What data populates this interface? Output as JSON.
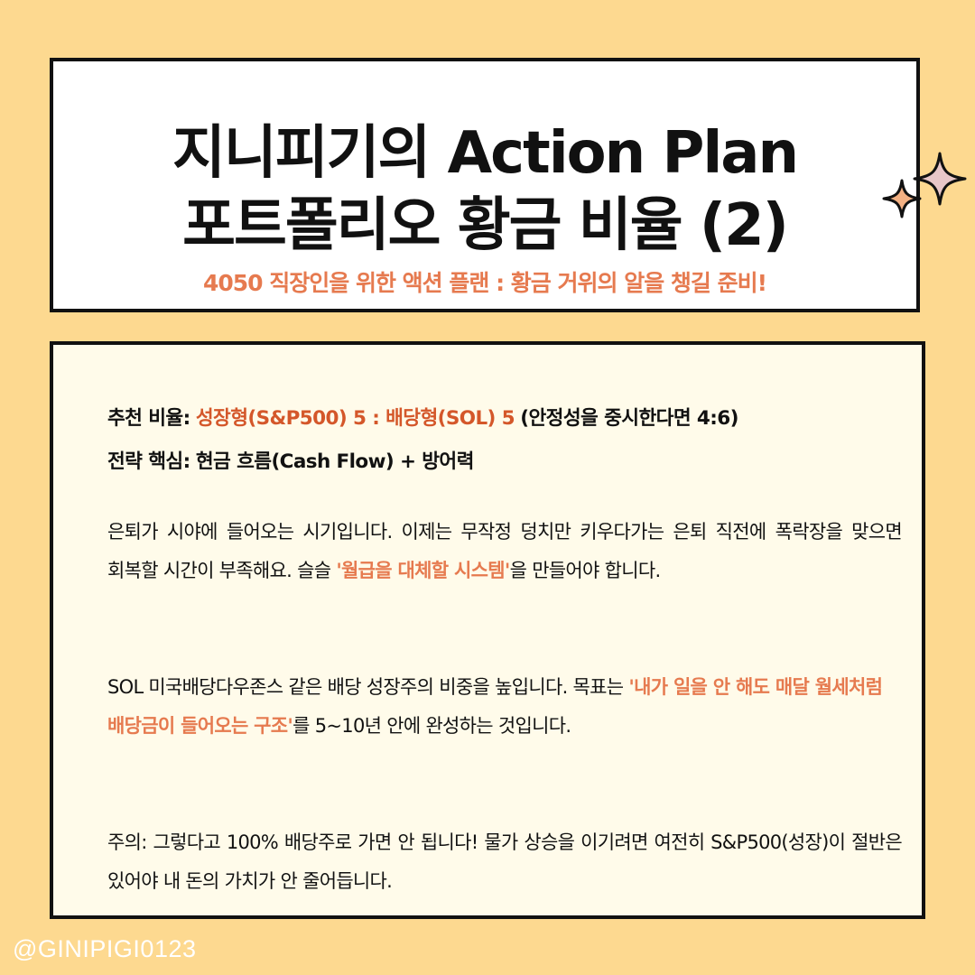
{
  "header": {
    "title_line1": "지니피기의 Action Plan",
    "title_line2": "포트폴리오 황금 비율 (2)",
    "subtitle": "4050 직장인을 위한 액션 플랜 : 황금 거위의 알을 챙길 준비!",
    "sparkle_icon": "sparkle-icon",
    "sparkle_colors": [
      "#E8C7C8",
      "#F4B183"
    ]
  },
  "content": {
    "recommendation": {
      "label": "추천 비율:",
      "ratio": "성장형(S&P500) 5 : 배당형(SOL) 5",
      "note": "(안정성을 중시한다면 4:6)"
    },
    "strategy": {
      "label": "전략 핵심:",
      "text": "현금 흐름(Cash Flow) + 방어력"
    },
    "paragraph1": {
      "before": "은퇴가 시야에 들어오는 시기입니다. 이제는 무작정 덩치만 키우다가는 은퇴 직전에 폭락장을 맞으면 회복할 시간이 부족해요. 슬슬 ",
      "highlight": "'월급을 대체할 시스템'",
      "after": "을 만들어야 합니다."
    },
    "paragraph2": {
      "before": "SOL 미국배당다우존스 같은 배당 성장주의 비중을 높입니다. 목표는 ",
      "highlight": "'내가 일을 안 해도 매달 월세처럼 배당금이 들어오는 구조'",
      "after": "를 5~10년 안에 완성하는 것입니다."
    },
    "paragraph3": {
      "text": "주의: 그렇다고 100% 배당주로 가면 안 됩니다! 물가 상승을 이기려면 여전히 S&P500(성장)이 절반은 있어야 내 돈의 가치가 안 줄어듭니다."
    }
  },
  "footer": {
    "handle": "@GINIPIGI0123"
  },
  "colors": {
    "background": "#FDD990",
    "accent_orange": "#E67A4F",
    "accent_red": "#D4572A",
    "content_bg": "#FFFBEA"
  }
}
